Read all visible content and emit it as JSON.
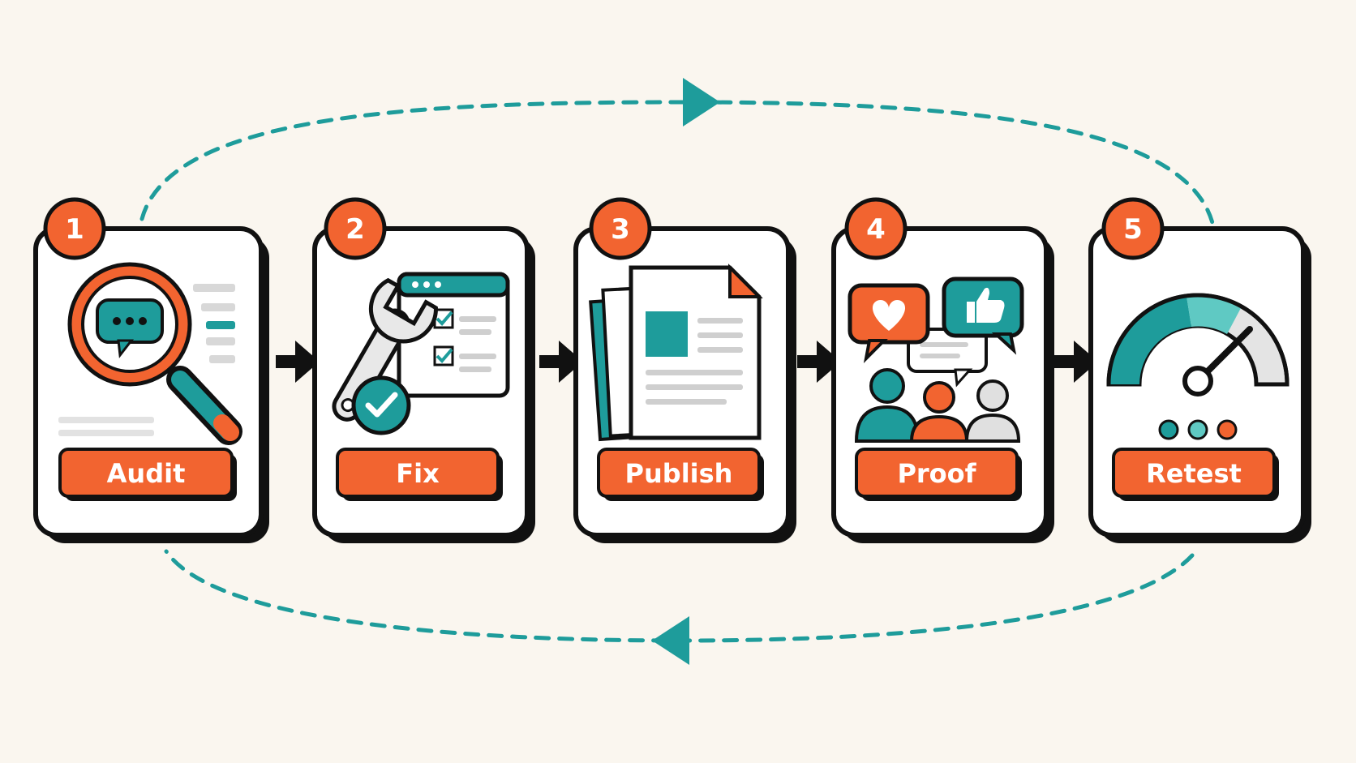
{
  "colors": {
    "background": "#faf6ef",
    "orange": "#f26430",
    "teal": "#1e9c9b",
    "teal_light": "#5fc9c3",
    "outline": "#111111",
    "card": "#ffffff",
    "gray": "#c9c9c9"
  },
  "steps": [
    {
      "number": "1",
      "label": "Audit",
      "icon": "magnifier-chat-icon"
    },
    {
      "number": "2",
      "label": "Fix",
      "icon": "wrench-checklist-icon"
    },
    {
      "number": "3",
      "label": "Publish",
      "icon": "documents-icon"
    },
    {
      "number": "4",
      "label": "Proof",
      "icon": "social-proof-icon"
    },
    {
      "number": "5",
      "label": "Retest",
      "icon": "speed-gauge-icon"
    }
  ],
  "cycle_arrows": [
    "top-forward-dashed-arrow",
    "bottom-return-dashed-arrow"
  ],
  "connector_arrow": "right-arrow-icon"
}
